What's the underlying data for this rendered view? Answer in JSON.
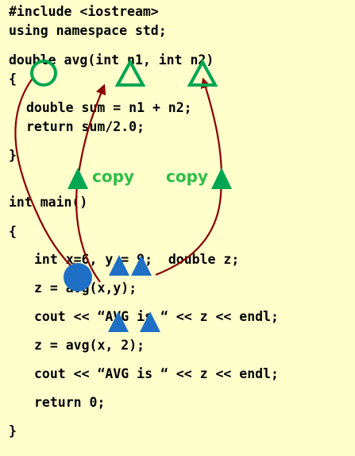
{
  "code_lines": [
    "#include <iostream>",
    "using namespace std;",
    "double avg(int n1, int n2)",
    "{",
    "double sum = n1 + n2;",
    "return sum/2.0;",
    "}",
    "int main()",
    "{",
    "int x=6, y = 9;  double z;",
    "z = avg(x,y);",
    "cout << “AVG is “ << z << endl;",
    "z = avg(x, 2);",
    "cout << “AVG is “ << z << endl;",
    "return 0;",
    "}"
  ],
  "labels": {
    "copy_left": "copy",
    "copy_right": "copy"
  },
  "colors": {
    "background": "#FFFFCC",
    "code_text": "#000000",
    "green": "#00A651",
    "copy_text": "#2DBE4A",
    "blue": "#1F6FC4",
    "arrow": "#8B0000"
  },
  "shapes": {
    "green_circle": "return-value-marker",
    "green_outline_triangles": "parameter-markers",
    "green_filled_triangles": "copied-value-markers",
    "blue_circle": "return-target-marker",
    "blue_triangles": "argument-markers"
  }
}
